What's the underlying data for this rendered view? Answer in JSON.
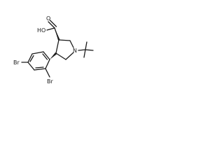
{
  "molecule": {
    "labels": {
      "carboxyl_hydroxyl": "HO",
      "carbonyl_oxygen": "O",
      "ring_nitrogen": "N",
      "bromine_ortho": "Br",
      "bromine_para": "Br"
    }
  }
}
